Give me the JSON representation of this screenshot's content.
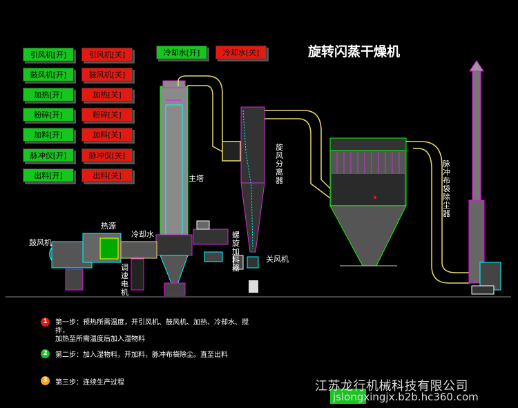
{
  "title": "旋转闪蒸干燥机",
  "controls": {
    "on_buttons": [
      "引风机[开]",
      "鼓风机[开]",
      "加热[开]",
      "粉碎[开]",
      "加料[开]",
      "脉冲仪[开]",
      "出料[开]"
    ],
    "off_buttons": [
      "引风机[关]",
      "鼓风机[关]",
      "加热[关]",
      "粉碎[关]",
      "加料[关]",
      "脉冲仪[关]",
      "出料[关]"
    ],
    "cooling_on": "冷却水[开]",
    "cooling_off": "冷却水[关]"
  },
  "labels": {
    "main_tower": "主塔",
    "heat_source": "热源",
    "blower": "鼓风机",
    "cooling_water": "冷却水",
    "speed_motor": "调速电机",
    "screw_feeder": "螺旋加料器",
    "cyclone": "旋风分离器",
    "air_lock": "关风机",
    "pulse_bag": "脉冲布袋除尘器"
  },
  "steps": [
    {
      "num": "1",
      "text_line1": "第一步：预热所需温度，开引风机、鼓风机、加热、冷却水、搅",
      "text_line2": "拌，",
      "text_line3": "加热至所需温度后加入湿物料"
    },
    {
      "num": "2",
      "text_line1": "第二步：加入湿物料，开加料，脉冲布袋除尘。直至出料"
    },
    {
      "num": "3",
      "text_line1": "第三步：连续生产过程"
    }
  ],
  "colors": {
    "on": "#16c51e",
    "off": "#e21b12",
    "pipe": "#e8d96a",
    "tower": "#8a8a8a",
    "step1": "#e21b12",
    "step2": "#16c51e",
    "step3": "#f3a51b"
  },
  "footer": {
    "company": "江苏龙行机械科技有限公司",
    "url": "jslongxingjx.b2b.hc360.com"
  }
}
